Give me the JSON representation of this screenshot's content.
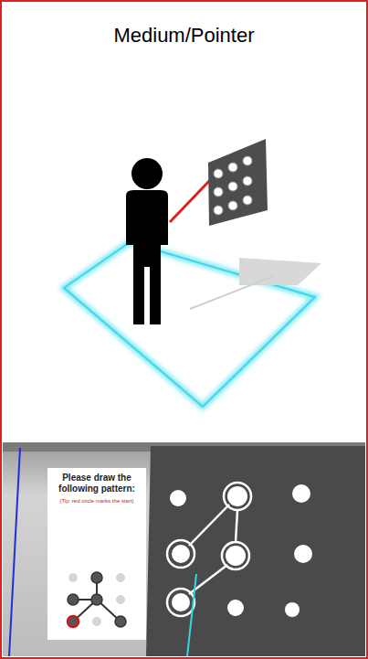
{
  "diagram": {
    "title": "Medium/Pointer",
    "nodes": [
      {
        "text": [
          "Please draw the following pattern:",
          "(Tip: red circle marks the start)"
        ]
      }
    ]
  }
}
